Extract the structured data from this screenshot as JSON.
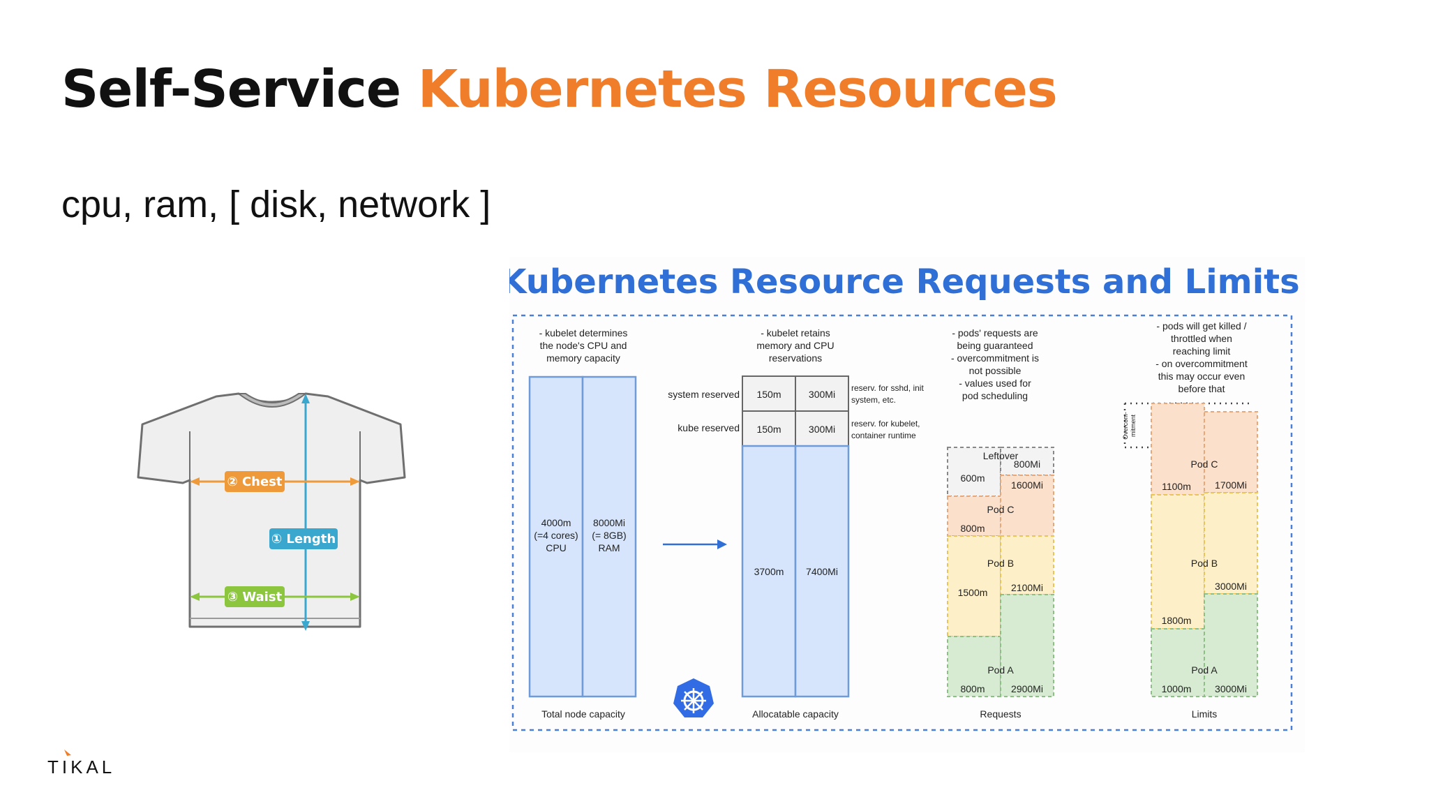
{
  "slide": {
    "title_part1": "Self-Service ",
    "title_part2": "Kubernetes Resources",
    "subtitle": "cpu, ram, [ disk, network ]",
    "logo": "TIKAL",
    "accent_color": "#ef7d2a"
  },
  "shirt": {
    "chest": "② Chest",
    "length": "① Length",
    "waist": "③ Waist"
  },
  "diagram": {
    "title": "Kubernetes Resource Requests and Limits",
    "title_color": "#2f6fd6",
    "col1": {
      "desc": [
        "- kubelet determines",
        "the node's CPU and",
        "memory capacity"
      ],
      "cpu": [
        "4000m",
        "(=4 cores)",
        "CPU"
      ],
      "ram": [
        "8000Mi",
        "(= 8GB)",
        "RAM"
      ],
      "footer": "Total node capacity"
    },
    "col2": {
      "desc": [
        "- kubelet retains",
        "memory and CPU",
        "reservations"
      ],
      "system_reserved": "system reserved",
      "kube_reserved": "kube reserved",
      "sys_cpu": "150m",
      "sys_mem": "300Mi",
      "kube_cpu": "150m",
      "kube_mem": "300Mi",
      "sys_note": [
        "reserv. for sshd, init",
        "system, etc."
      ],
      "kube_note": [
        "reserv. for kubelet,",
        "container runtime"
      ],
      "alloc_cpu": "3700m",
      "alloc_mem": "7400Mi",
      "footer": "Allocatable capacity"
    },
    "col3": {
      "desc": [
        "- pods' requests are",
        "being guaranteed",
        "- overcommitment is",
        "not possible",
        "- values used for",
        "pod scheduling"
      ],
      "leftover": "Leftover",
      "leftover_cpu": "600m",
      "leftover_mem": "800Mi",
      "podc_mem_top": "1600Mi",
      "podc": "Pod C",
      "podc_cpu": "800m",
      "podb": "Pod B",
      "podb_cpu": "1500m",
      "podb_mem": "2100Mi",
      "poda": "Pod A",
      "poda_cpu": "800m",
      "poda_mem": "2900Mi",
      "footer": "Requests"
    },
    "col4": {
      "desc": [
        "- pods will get killed /",
        "throttled when",
        "reaching limit",
        "- on overcommitment",
        "this may occur even",
        "before that"
      ],
      "overcommit": [
        "Overcom-",
        "mitment"
      ],
      "podc": "Pod C",
      "podc_cpu": "1100m",
      "podc_mem": "1700Mi",
      "podb": "Pod B",
      "podb_mem": "3000Mi",
      "podb_cpu": "1800m",
      "poda": "Pod A",
      "poda_cpu": "1000m",
      "poda_mem": "3000Mi",
      "footer": "Limits"
    }
  }
}
